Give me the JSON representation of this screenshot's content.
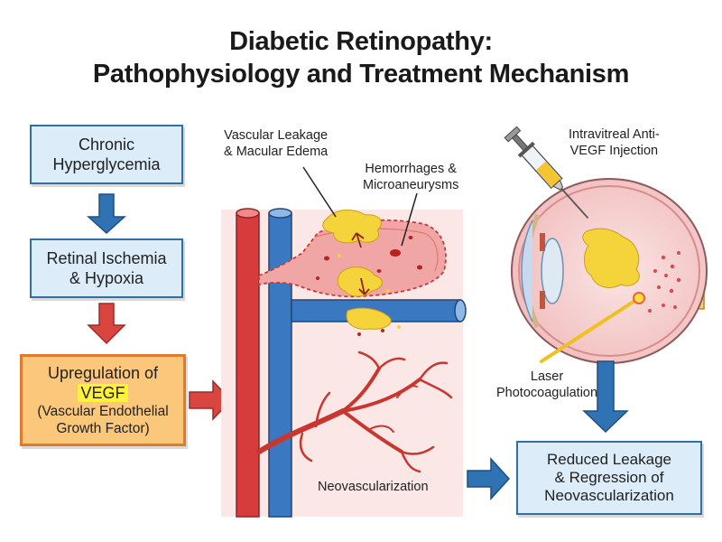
{
  "title": {
    "line1": "Diabetic Retinopathy:",
    "line2": "Pathophysiology and Treatment Mechanism"
  },
  "flow": {
    "box1": [
      "Chronic",
      "Hyperglycemia"
    ],
    "box2": [
      "Retinal Ischemia",
      "& Hypoxia"
    ],
    "box3": {
      "line1": "Upregulation of",
      "highlight": "VEGF",
      "line3": "(Vascular Endothelial",
      "line4": "Growth Factor)"
    }
  },
  "labels": {
    "leakage": [
      "Vascular Leakage",
      "& Macular Edema"
    ],
    "hemorrhage": [
      "Hemorrhages &",
      "Microaneurysms"
    ],
    "neovascularization": "Neovascularization",
    "injection": [
      "Intravitreal Anti-",
      "VEGF Injection"
    ],
    "laser": [
      "Laser",
      "Photocoagulation"
    ]
  },
  "outcome": [
    "Reduced Leakage",
    "& Regression of",
    "Neovascularization"
  ],
  "colors": {
    "box_fill": "#dcecf8",
    "box_border": "#2f6fa6",
    "vegf_fill": "#fbc77b",
    "vegf_border": "#e07b2a",
    "arrow_blue": "#2f73b5",
    "arrow_red": "#d9453f",
    "vessel_red": "#d63c3c",
    "vessel_blue": "#3a78c2",
    "exudate": "#f5d33a"
  }
}
